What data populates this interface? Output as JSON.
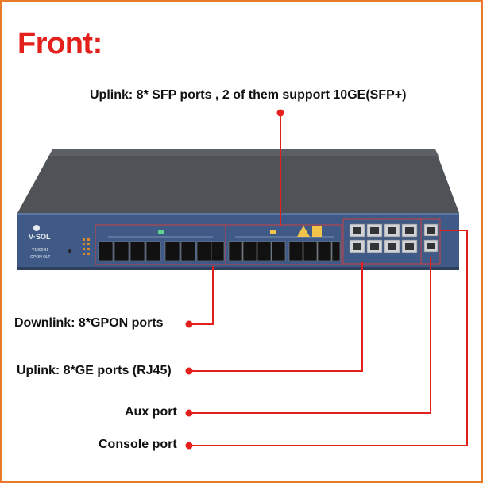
{
  "title": "Front:",
  "device": {
    "brand": "V·SOL",
    "model": "V1600G1",
    "type": "GPON OLT"
  },
  "callouts": {
    "uplink_sfp": "Uplink: 8* SFP ports , 2 of them support 10GE(SFP+)",
    "downlink_gpon": "Downlink: 8*GPON ports",
    "uplink_ge": "Uplink: 8*GE ports (RJ45)",
    "aux": "Aux port",
    "console": "Console port"
  },
  "colors": {
    "accent": "#e3201b",
    "frame": "#e87a2a",
    "panel": "#3f5a86",
    "chassis": "#4d5156"
  }
}
